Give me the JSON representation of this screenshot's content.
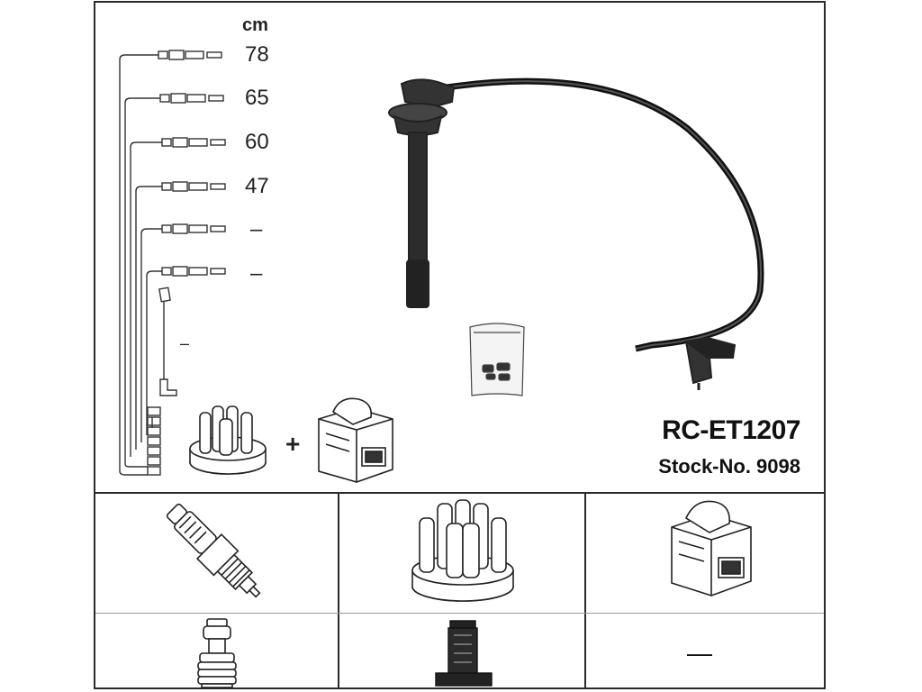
{
  "catalog": {
    "unit": "cm",
    "wire_lengths": [
      "78",
      "65",
      "60",
      "47",
      "–",
      "–"
    ],
    "coil_wire_length": "–",
    "ref_code": "RC-ET1207",
    "stock_number": "Stock-No. 9098",
    "plus_sign": "+",
    "not_applicable": "—"
  },
  "icons": {
    "wire_set": "ignition-wire-set-icon",
    "cable": "ignition-cable-icon",
    "accessory_bag": "accessory-bag-icon",
    "distributor_cap": "distributor-cap-icon",
    "ignition_coil": "ignition-coil-icon",
    "spark_plug": "spark-plug-icon",
    "plug_connector": "spark-plug-connector-icon",
    "cap_connector": "distributor-connector-icon"
  }
}
